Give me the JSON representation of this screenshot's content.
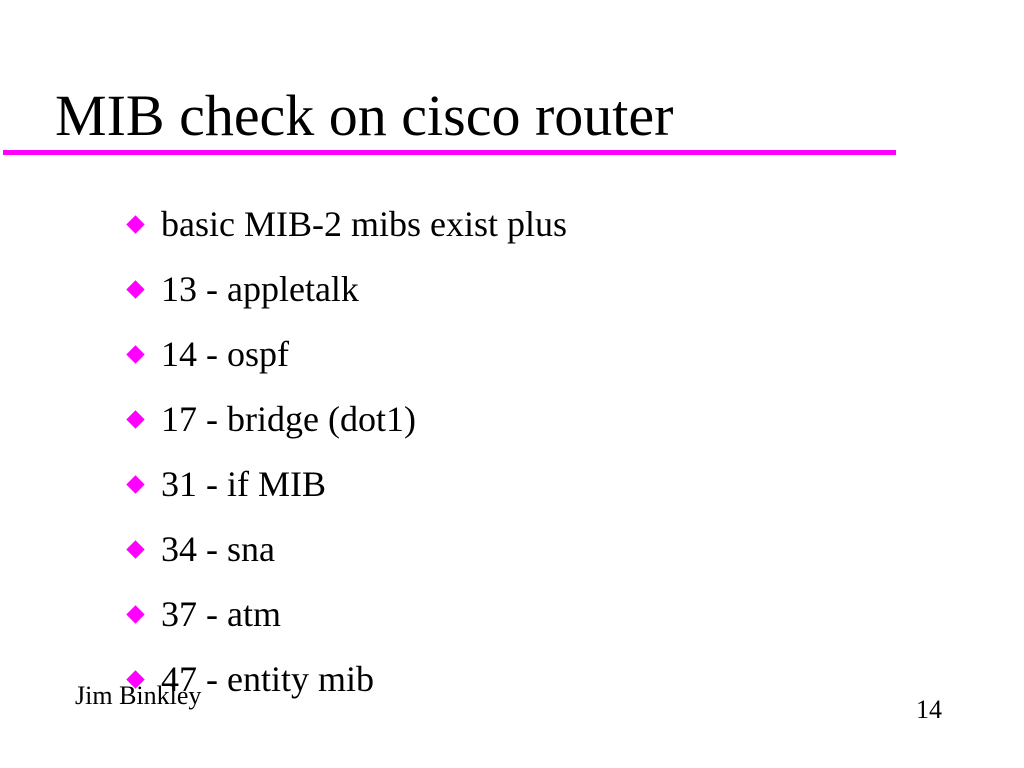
{
  "slide": {
    "title": "MIB check on cisco router",
    "bullets": [
      {
        "text": "basic MIB-2 mibs exist plus"
      },
      {
        "text": "13 - appletalk"
      },
      {
        "text": "14 - ospf"
      },
      {
        "text": "17 - bridge (dot1)"
      },
      {
        "text": "31 - if MIB"
      },
      {
        "text": "34 - sna"
      },
      {
        "text": "37 - atm"
      },
      {
        "text": "47 - entity mib"
      }
    ],
    "footer": {
      "author": "Jim Binkley",
      "page_number": "14"
    }
  },
  "colors": {
    "accent": "#ff00ff",
    "text": "#000000",
    "background": "#ffffff"
  },
  "icons": {
    "bullet": "diamond-bullet-icon"
  }
}
